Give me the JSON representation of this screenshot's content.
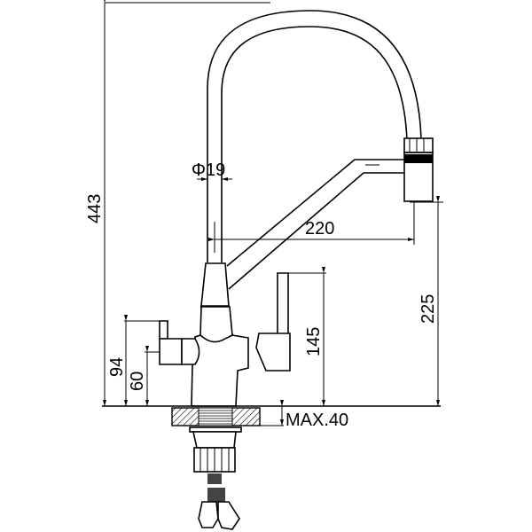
{
  "drawing": {
    "title": "Faucet dimension drawing",
    "dimensions": {
      "total_height": "443",
      "tube_diameter": "Φ19",
      "spout_reach": "220",
      "spout_height": "225",
      "handle_height": "145",
      "side_handle_top": "94",
      "side_handle_bottom": "60",
      "max_counter": "MAX.40"
    }
  }
}
